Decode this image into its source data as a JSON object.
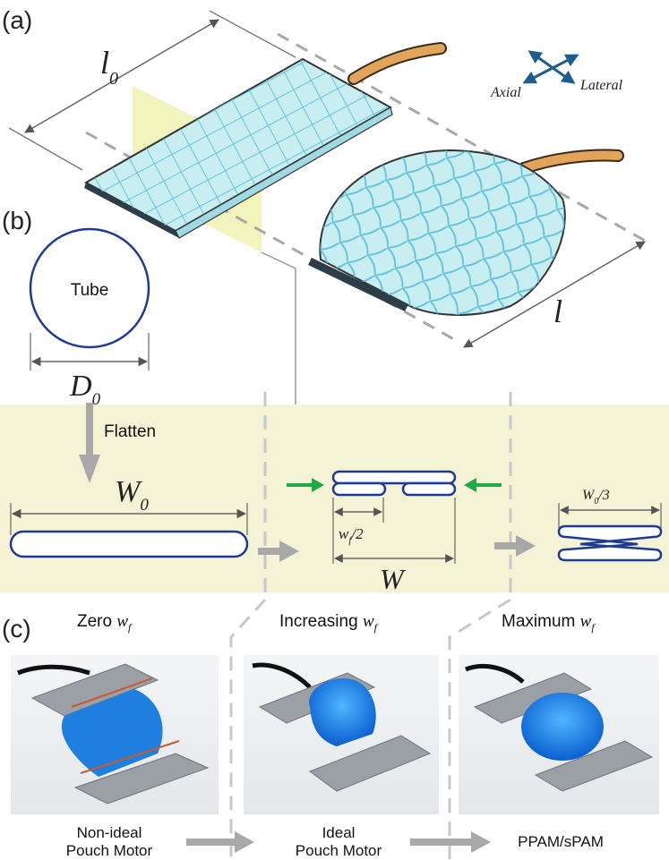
{
  "panel_labels": {
    "a": "(a)",
    "b": "(b)",
    "c": "(c)"
  },
  "panel_a": {
    "length_label": "l",
    "length_label_sub": "0",
    "inflated_length_label": "l",
    "axis_labels": {
      "axial": "Axial",
      "lateral": "Lateral"
    }
  },
  "panel_b": {
    "tube_label": "Tube",
    "diameter_label": "D",
    "diameter_sub": "0",
    "flatten_label": "Flatten",
    "flat_width_label": "W",
    "flat_width_sub": "0",
    "fold_label_w": "w",
    "fold_label_sub": "f",
    "fold_label_tail": "/2",
    "final_width_label": "W",
    "third_label_w": "W",
    "third_label_sub": "0",
    "third_label_tail": "/3"
  },
  "panel_c": {
    "stage_prefixes": [
      "Zero",
      "Increasing",
      "Maximum"
    ],
    "stage_var": "w",
    "stage_var_sub": "f",
    "captions": [
      {
        "line1": "Non-ideal",
        "line2": "Pouch Motor"
      },
      {
        "line1": "Ideal",
        "line2": "Pouch Motor"
      },
      {
        "line1": "PPAM/sPAM",
        "line2": ""
      }
    ]
  },
  "colors": {
    "mesh": "#5bbfd6",
    "mesh_fill": "#c9eef2",
    "tube": "#e0a45a",
    "outline": "#1f3a8f",
    "arrow_blue": "#1d5e8c",
    "green": "#1faa46",
    "band": "#f4f3d6",
    "plane": "#eef0a8",
    "gray": "#a8a8a8",
    "pouch_blue": "#1e7fe0"
  }
}
